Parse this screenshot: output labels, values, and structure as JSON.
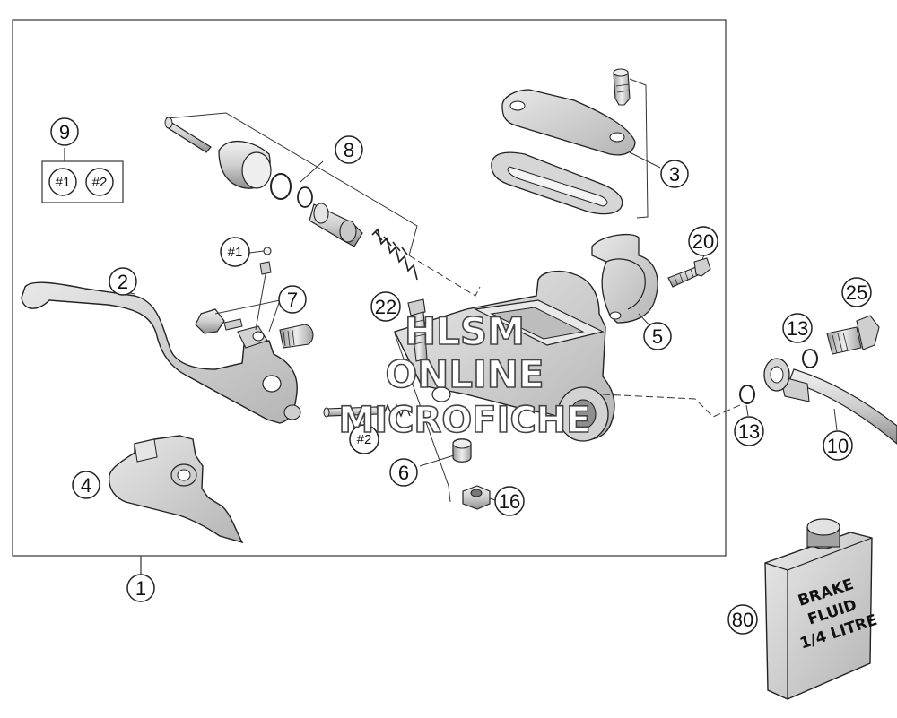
{
  "callouts": {
    "c1": "1",
    "c2": "2",
    "c3": "3",
    "c4": "4",
    "c5": "5",
    "c6": "6",
    "c7": "7",
    "c8": "8",
    "c9": "9",
    "c10": "10",
    "c13a": "13",
    "c13b": "13",
    "c16": "16",
    "c20": "20",
    "c22": "22",
    "c25": "25",
    "c80": "80"
  },
  "kit_refs": {
    "ref1_box": "#1",
    "ref2_box": "#2",
    "ref1_diagram": "#1",
    "ref2_diagram": "#2"
  },
  "watermark": {
    "line1": "HLSM",
    "line2": "ONLINE",
    "line3": "MICROFICHE"
  },
  "brake_fluid_label": {
    "line1": "BRAKE",
    "line2": "FLUID",
    "line3": "1/4 LITRE"
  },
  "colors": {
    "line": "#222222",
    "part_fill": "#d9d9d9",
    "part_shade": "#a8a8a8",
    "frame": "#333333"
  }
}
